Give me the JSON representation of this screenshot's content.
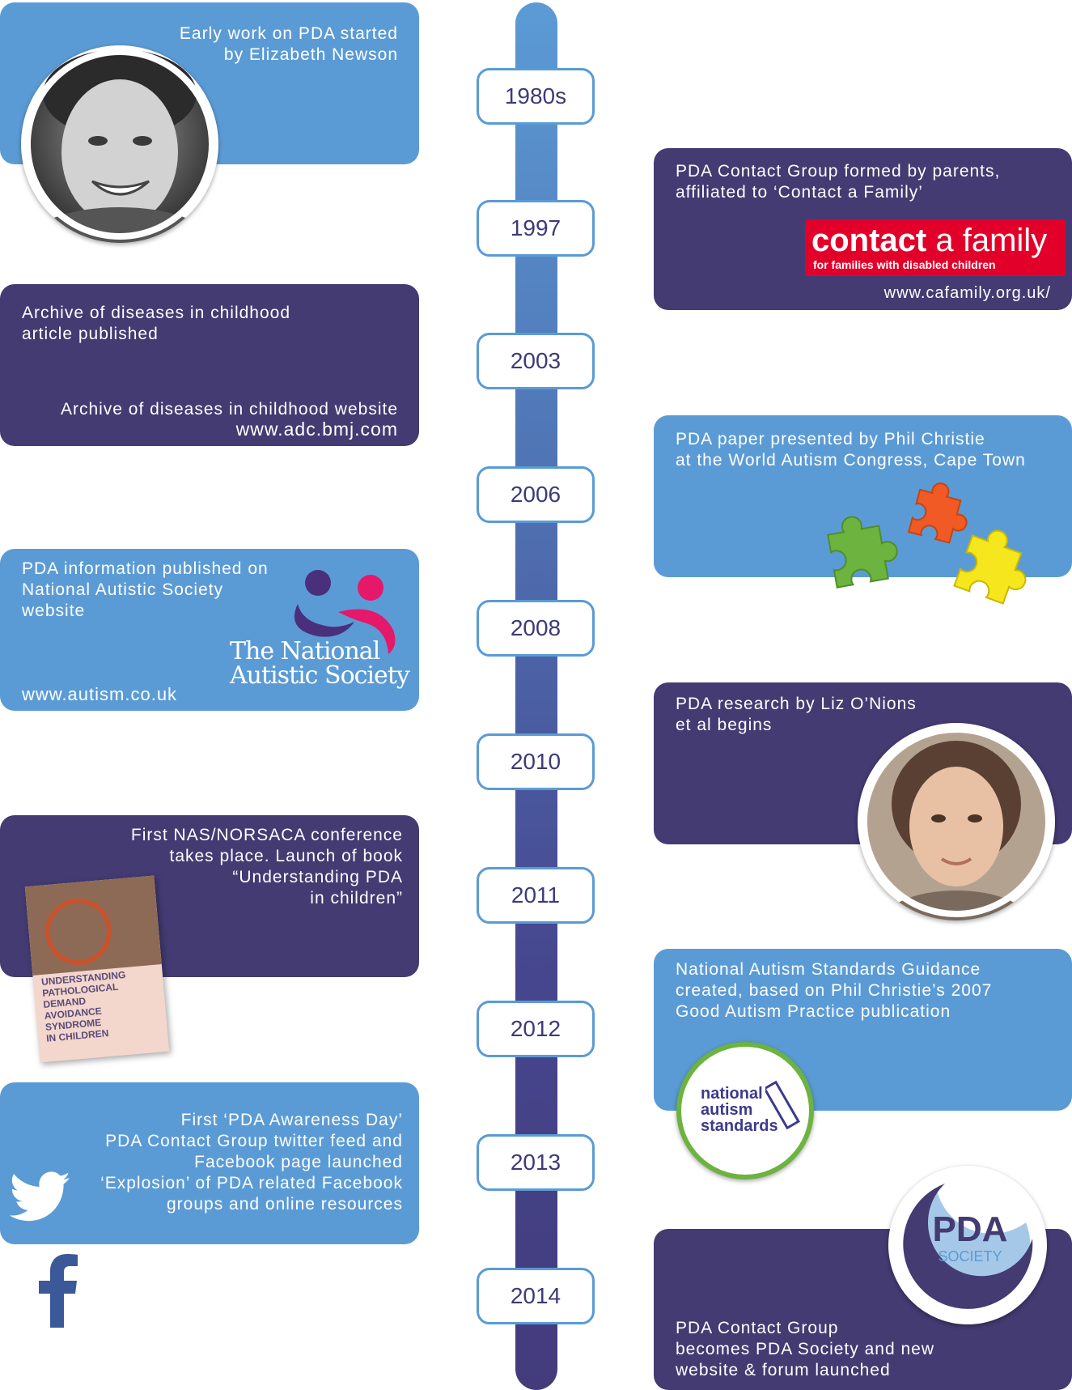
{
  "years": [
    "1980s",
    "1997",
    "2003",
    "2006",
    "2008",
    "2010",
    "2011",
    "2012",
    "2013",
    "2014"
  ],
  "events": {
    "e1980": {
      "text": "Early work on PDA started\nby Elizabeth Newson"
    },
    "e1997": {
      "text": "PDA Contact Group formed by parents,\naffiliated to ‘Contact a Family’",
      "logo_word1": "contact",
      "logo_word2": " a family",
      "logo_tagline": "for families with disabled children",
      "url": "www.cafamily.org.uk/"
    },
    "e2003": {
      "text": "Archive of diseases in childhood\narticle published",
      "website_label": "Archive of diseases in childhood website",
      "url": "www.adc.bmj.com"
    },
    "e2006": {
      "text": "PDA paper presented by Phil Christie\nat the World Autism Congress, Cape Town"
    },
    "e2008": {
      "text": "PDA information published on\nNational Autistic Society\nwebsite",
      "logo_line1": "The National",
      "logo_line2": "Autistic Society",
      "url": "www.autism.co.uk"
    },
    "e2010": {
      "text": "PDA research by Liz O’Nions\net al begins"
    },
    "e2011": {
      "text": "First NAS/NORSACA conference\ntakes place. Launch of book\n“Understanding PDA\nin children”",
      "book_title": "UNDERSTANDING\nPATHOLOGICAL\nDEMAND\nAVOIDANCE\nSYNDROME\nIN CHILDREN"
    },
    "e2012": {
      "text": "National Autism Standards Guidance\ncreated, based on Phil Christie’s 2007\nGood Autism Practice publication",
      "logo_text": "national\nautism\nstandards"
    },
    "e2013": {
      "text": "First ‘PDA Awareness Day’\nPDA Contact Group twitter feed and\nFacebook page launched\n‘Explosion’ of PDA related Facebook\ngroups and online resources"
    },
    "e2014": {
      "text": "PDA Contact Group\nbecomes PDA Society and new\nwebsite & forum launched",
      "logo_big": "PDA",
      "logo_small": "SOCIETY"
    }
  },
  "colors": {
    "blue": "#5b9bd5",
    "purple": "#433b72",
    "accent_red": "#e2002a",
    "nas_purple": "#4a2f7c",
    "nas_pink": "#e5186a",
    "green": "#6cb33f"
  },
  "icons": [
    "twitter-icon",
    "facebook-icon",
    "puzzle-icon"
  ]
}
